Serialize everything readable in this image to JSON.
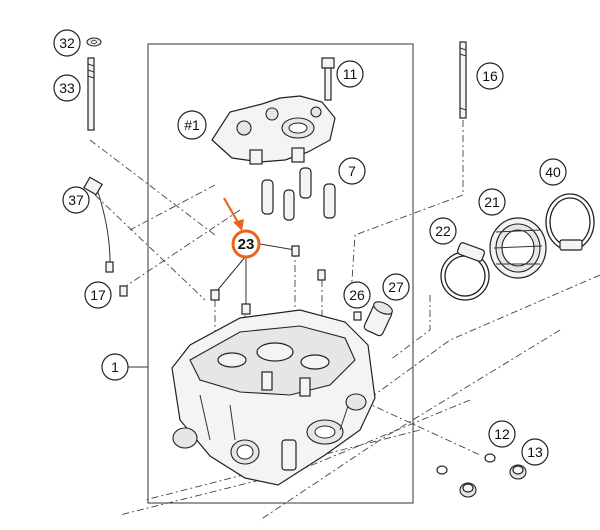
{
  "colors": {
    "highlight": "#e8661b",
    "outline": "#222222",
    "background": "#ffffff"
  },
  "callouts": [
    {
      "id": "c32",
      "label": "32"
    },
    {
      "id": "c33",
      "label": "33"
    },
    {
      "id": "c11",
      "label": "11"
    },
    {
      "id": "c16",
      "label": "16"
    },
    {
      "id": "c1hash",
      "label": "#1"
    },
    {
      "id": "c7",
      "label": "7"
    },
    {
      "id": "c37",
      "label": "37"
    },
    {
      "id": "c40",
      "label": "40"
    },
    {
      "id": "c21",
      "label": "21"
    },
    {
      "id": "c22",
      "label": "22"
    },
    {
      "id": "c23",
      "label": "23",
      "highlighted": true
    },
    {
      "id": "c17",
      "label": "17"
    },
    {
      "id": "c26",
      "label": "26"
    },
    {
      "id": "c27",
      "label": "27"
    },
    {
      "id": "c1",
      "label": "1"
    },
    {
      "id": "c12",
      "label": "12"
    },
    {
      "id": "c13",
      "label": "13"
    }
  ]
}
